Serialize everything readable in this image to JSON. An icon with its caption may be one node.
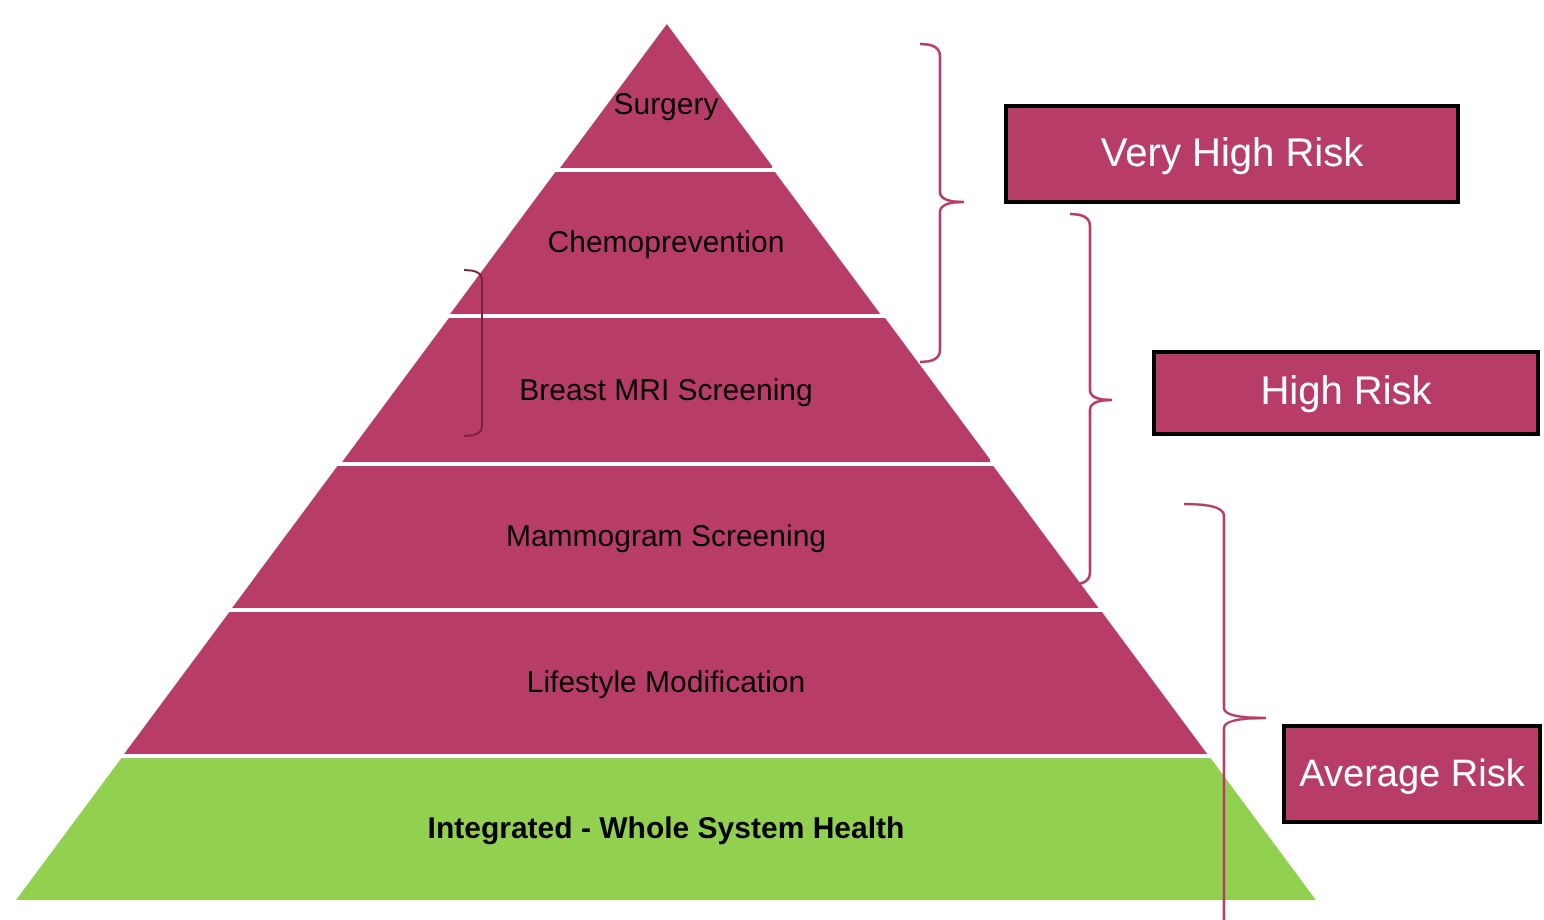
{
  "diagram": {
    "nodes": [
      {
        "text": [
          "Surgery"
        ]
      },
      {
        "text": [
          "Chemoprevention"
        ]
      },
      {
        "text": [
          "Breast MRI Screening"
        ]
      },
      {
        "text": [
          "Mammogram Screening"
        ]
      },
      {
        "text": [
          "Lifestyle Modification"
        ]
      },
      {
        "text": [
          "Integrated - Whole System Health"
        ]
      },
      {
        "text": [
          "Very High Risk"
        ]
      },
      {
        "text": [
          "High Risk"
        ]
      },
      {
        "text": [
          "Average Risk"
        ]
      }
    ]
  }
}
